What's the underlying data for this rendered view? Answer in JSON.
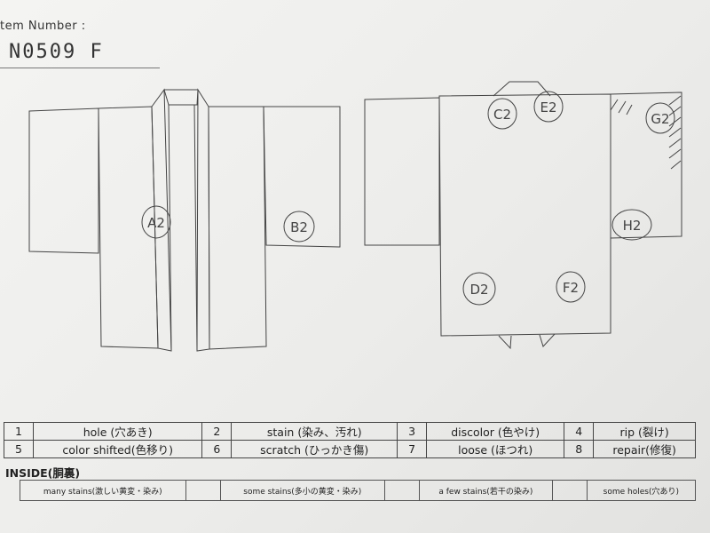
{
  "header": {
    "item_label": "tem Number :",
    "item_number": "N0509  F"
  },
  "diagram_marks": {
    "front": [
      "A2",
      "B2"
    ],
    "back": [
      "C2",
      "E2",
      "G2",
      "H2",
      "D2",
      "F2"
    ]
  },
  "legend": {
    "rows": [
      [
        {
          "num": "1",
          "label": "hole (穴あき)"
        },
        {
          "num": "2",
          "label": "stain (染み、汚れ)"
        },
        {
          "num": "3",
          "label": "discolor (色やけ)"
        },
        {
          "num": "4",
          "label": "rip (裂け)"
        }
      ],
      [
        {
          "num": "5",
          "label": "color shifted(色移り)"
        },
        {
          "num": "6",
          "label": "scratch (ひっかき傷)"
        },
        {
          "num": "7",
          "label": "loose (ほつれ)"
        },
        {
          "num": "8",
          "label": "repair(修復)"
        }
      ]
    ]
  },
  "inside": {
    "title": "INSIDE(胴裏)",
    "items": [
      "many stains(激しい黄変・染み)",
      "some stains(多小の黄変・染み)",
      "a few stains(若干の染み)",
      "some holes(穴あり)"
    ]
  }
}
